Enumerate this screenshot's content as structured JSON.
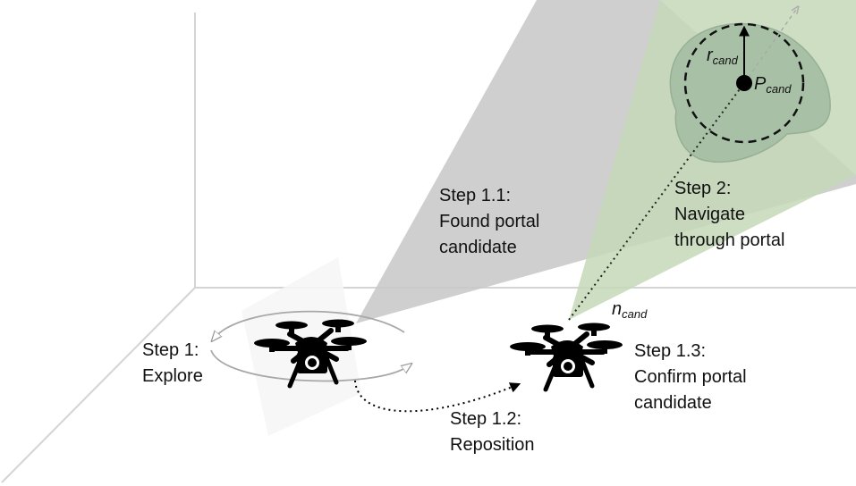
{
  "colors": {
    "view_cone_gray": "#c8c8c8",
    "view_cone_green": "#c5d8b8",
    "portal_region": "#a7bfa5",
    "drone": "#000000",
    "axes": "#d0d0d0"
  },
  "labels": {
    "step1": [
      "Step 1:",
      "Explore"
    ],
    "step1_1": [
      "Step 1.1:",
      "Found portal",
      "candidate"
    ],
    "step1_2": [
      "Step 1.2:",
      "Reposition"
    ],
    "step1_3": [
      "Step 1.3:",
      "Confirm portal",
      "candidate"
    ],
    "step2": [
      "Step 2:",
      "Navigate",
      "through portal"
    ]
  },
  "math": {
    "r_cand": {
      "base": "r",
      "sub": "cand"
    },
    "p_cand": {
      "base": "P",
      "sub": "cand"
    },
    "n_cand": {
      "base": "n",
      "sub": "cand"
    }
  },
  "icons": {
    "drone_explore": "drone-icon",
    "drone_confirm": "drone-icon"
  }
}
